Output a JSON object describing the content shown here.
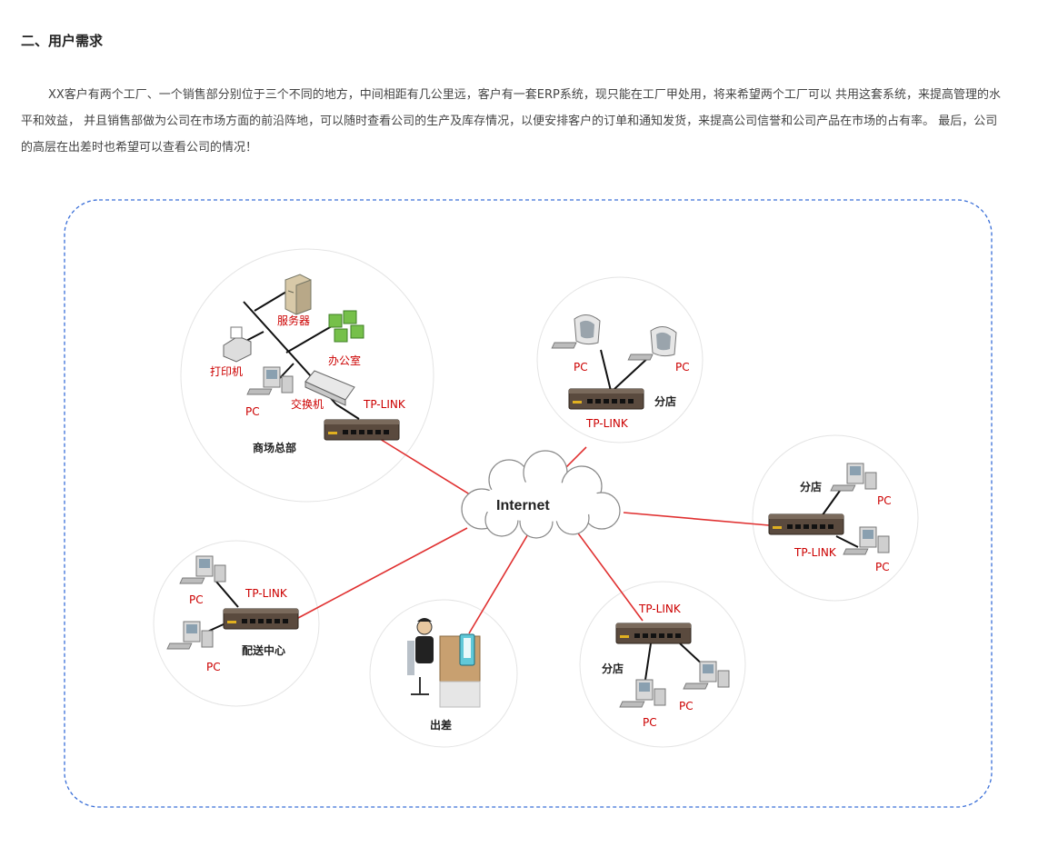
{
  "section_title": "二、用户需求",
  "intro_text": "XX客户有两个工厂、一个销售部分别位于三个不同的地方，中间相距有几公里远，客户有一套ERP系统，现只能在工厂甲处用，将来希望两个工厂可以 共用这套系统，来提高管理的水平和效益， 并且销售部做为公司在市场方面的前沿阵地，可以随时查看公司的生产及库存情况，以便安排客户的订单和通知发货，来提高公司信誉和公司产品在市场的占有率。 最后，公司的高层在出差时也希望可以查看公司的情况！",
  "diagram": {
    "internet": "Internet",
    "hq": {
      "name": "商场总部",
      "server": "服务器",
      "office": "办公室",
      "printer": "打印机",
      "pc": "PC",
      "switch": "交换机",
      "router": "TP-LINK"
    },
    "branch_top": {
      "name": "分店",
      "pc1": "PC",
      "pc2": "PC",
      "router": "TP-LINK"
    },
    "branch_right": {
      "name": "分店",
      "pc1": "PC",
      "pc2": "PC",
      "router": "TP-LINK"
    },
    "branch_bottom": {
      "name": "分店",
      "pc1": "PC",
      "pc2": "PC",
      "router": "TP-LINK"
    },
    "distribution": {
      "name": "配送中心",
      "pc1": "PC",
      "pc2": "PC",
      "router": "TP-LINK"
    },
    "travel": {
      "name": "出差"
    }
  },
  "colors": {
    "link": "#e03030",
    "frame": "#3a6fd8",
    "label": "#cc0000"
  }
}
